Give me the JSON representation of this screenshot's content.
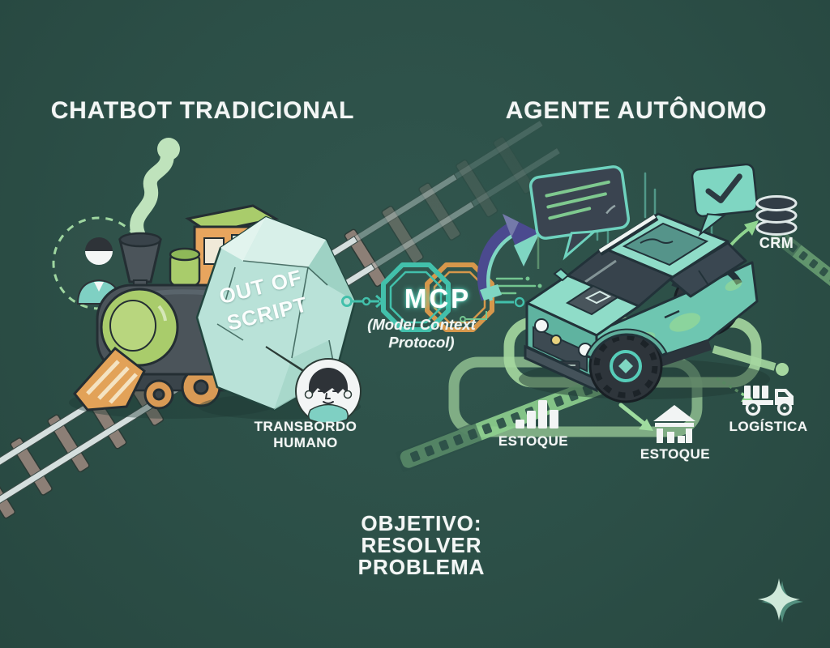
{
  "scene": {
    "background_color": "#2c4f47",
    "left_section": {
      "title": "CHATBOT TRADICIONAL",
      "rock_label_line1": "OUT OF",
      "rock_label_line2": "SCRIPT",
      "handoff_label": "TRANSBORDO HUMANO"
    },
    "center_section": {
      "protocol_acronym": "MCP",
      "protocol_full_name": "(Model Context Protocol)"
    },
    "right_section": {
      "title": "AGENTE AUTÔNOMO",
      "crm_label": "CRM",
      "stock_chart_label": "ESTOQUE",
      "stock_warehouse_label": "ESTOQUE",
      "logistics_label": "LOGÍSTICA"
    },
    "goal": {
      "line1": "OBJETIVO:",
      "line2": "RESOLVER",
      "line3": "PROBLEMA"
    },
    "icons": {
      "left": [
        "user-speech-bubble-icon",
        "steam-train-icon",
        "railway-track-icon",
        "rock-obstacle-icon",
        "human-agent-bubble-icon"
      ],
      "center": [
        "mcp-octagon-badge-icon",
        "circuit-trace-icon",
        "curved-arrow-icon"
      ],
      "right": [
        "chat-bubble-icon",
        "check-bubble-icon",
        "offroad-vehicle-icon",
        "road-network-icon",
        "database-icon",
        "bar-chart-icon",
        "warehouse-icon",
        "truck-icon",
        "sparkle-icon"
      ]
    },
    "palette": {
      "teal": "#42c0ab",
      "orange": "#d6974b",
      "purple": "#4b4a8f",
      "mint_rock": "#b9e2d8",
      "path_green": "#a6d8a0",
      "arrow_green": "#8fd48f",
      "train_green": "#a9cc6b",
      "text_white": "#f3f6f5"
    }
  }
}
